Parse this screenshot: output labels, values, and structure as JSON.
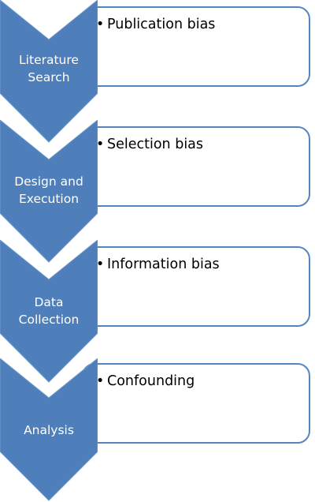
{
  "steps": [
    {
      "stage": [
        "Literature",
        "Search"
      ],
      "bias": "Publication bias"
    },
    {
      "stage": [
        "Design and",
        "Execution"
      ],
      "bias": "Selection bias"
    },
    {
      "stage": [
        "Data",
        "Collection"
      ],
      "bias": "Information bias"
    },
    {
      "stage": [
        "Analysis"
      ],
      "bias": "Confounding"
    }
  ],
  "colors": {
    "chevron_fill": "#4f7fbb",
    "chevron_edge": "#6e98cb",
    "box_border": "#5585bd",
    "label_text": "#ffffff"
  }
}
